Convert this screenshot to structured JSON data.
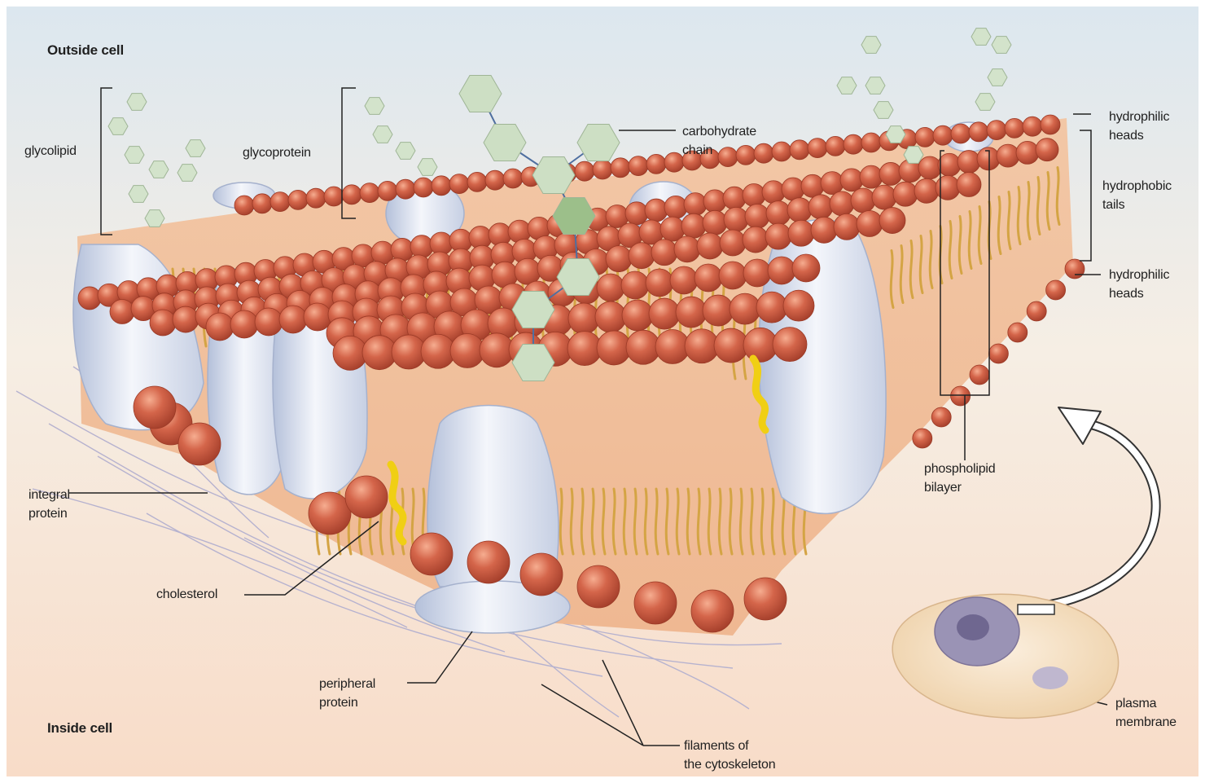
{
  "labels": {
    "outside_cell": "Outside cell",
    "inside_cell": "Inside cell",
    "glycolipid": "glycolipid",
    "glycoprotein": "glycoprotein",
    "carbohydrate_chain": "carbohydrate\nchain",
    "hydrophilic_heads_top": "hydrophilic\nheads",
    "hydrophobic_tails": "hydrophobic\ntails",
    "hydrophilic_heads_bottom": "hydrophilic\nheads",
    "phospholipid_bilayer": "phospholipid\nbilayer",
    "integral_protein": "integral\nprotein",
    "cholesterol": "cholesterol",
    "peripheral_protein": "peripheral\nprotein",
    "filaments": "filaments of\nthe cytoskeleton",
    "plasma_membrane": "plasma\nmembrane"
  },
  "colors": {
    "sky_top": "#dde8ef",
    "sky_bottom": "#f7ece0",
    "cytoplasm": "#f7d9c4",
    "head": "#c8533a",
    "head_highlight": "#f29a7c",
    "tail": "#d6a548",
    "protein": "#dfe6f2",
    "protein_shadow": "#a9b6d3",
    "sugar": "#c9dcc0",
    "cholesterol": "#f2d21a",
    "line": "#222222"
  },
  "icons": [
    "curved-arrow-icon",
    "cell-icon"
  ]
}
